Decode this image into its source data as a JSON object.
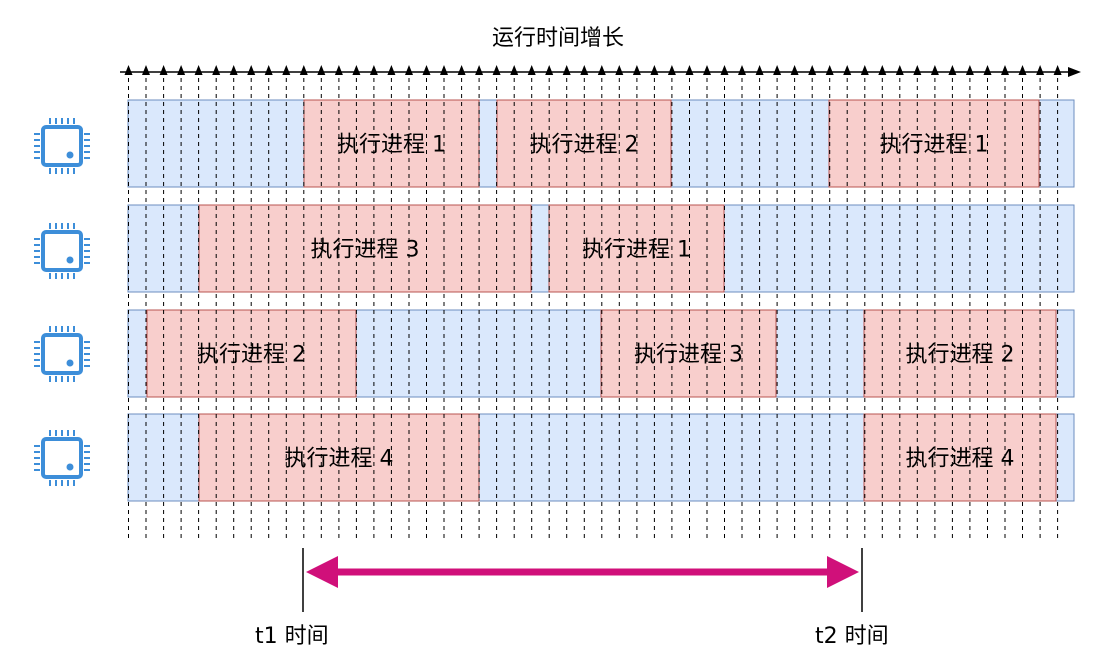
{
  "title": "运行时间增长",
  "colors": {
    "idle_fill": "#dae8fc",
    "idle_stroke": "#6c8ebf",
    "exec_fill": "#f8cecc",
    "exec_stroke": "#b85450",
    "cpu_icon": "#3d8ed9",
    "span_arrow": "#d0107a"
  },
  "cpus": [
    {
      "icon": "cpu-chip-icon",
      "blocks": [
        {
          "label": "执行进程 1"
        },
        {
          "label": "执行进程 2"
        },
        {
          "label": "执行进程 1"
        }
      ]
    },
    {
      "icon": "cpu-chip-icon",
      "blocks": [
        {
          "label": "执行进程 3"
        },
        {
          "label": "执行进程 1"
        }
      ]
    },
    {
      "icon": "cpu-chip-icon",
      "blocks": [
        {
          "label": "执行进程 2"
        },
        {
          "label": "执行进程 3"
        },
        {
          "label": "执行进程 2"
        }
      ]
    },
    {
      "icon": "cpu-chip-icon",
      "blocks": [
        {
          "label": "执行进程 4"
        },
        {
          "label": "执行进程 4"
        }
      ]
    }
  ],
  "t1_label": "t1 时间",
  "t2_label": "t2 时间"
}
